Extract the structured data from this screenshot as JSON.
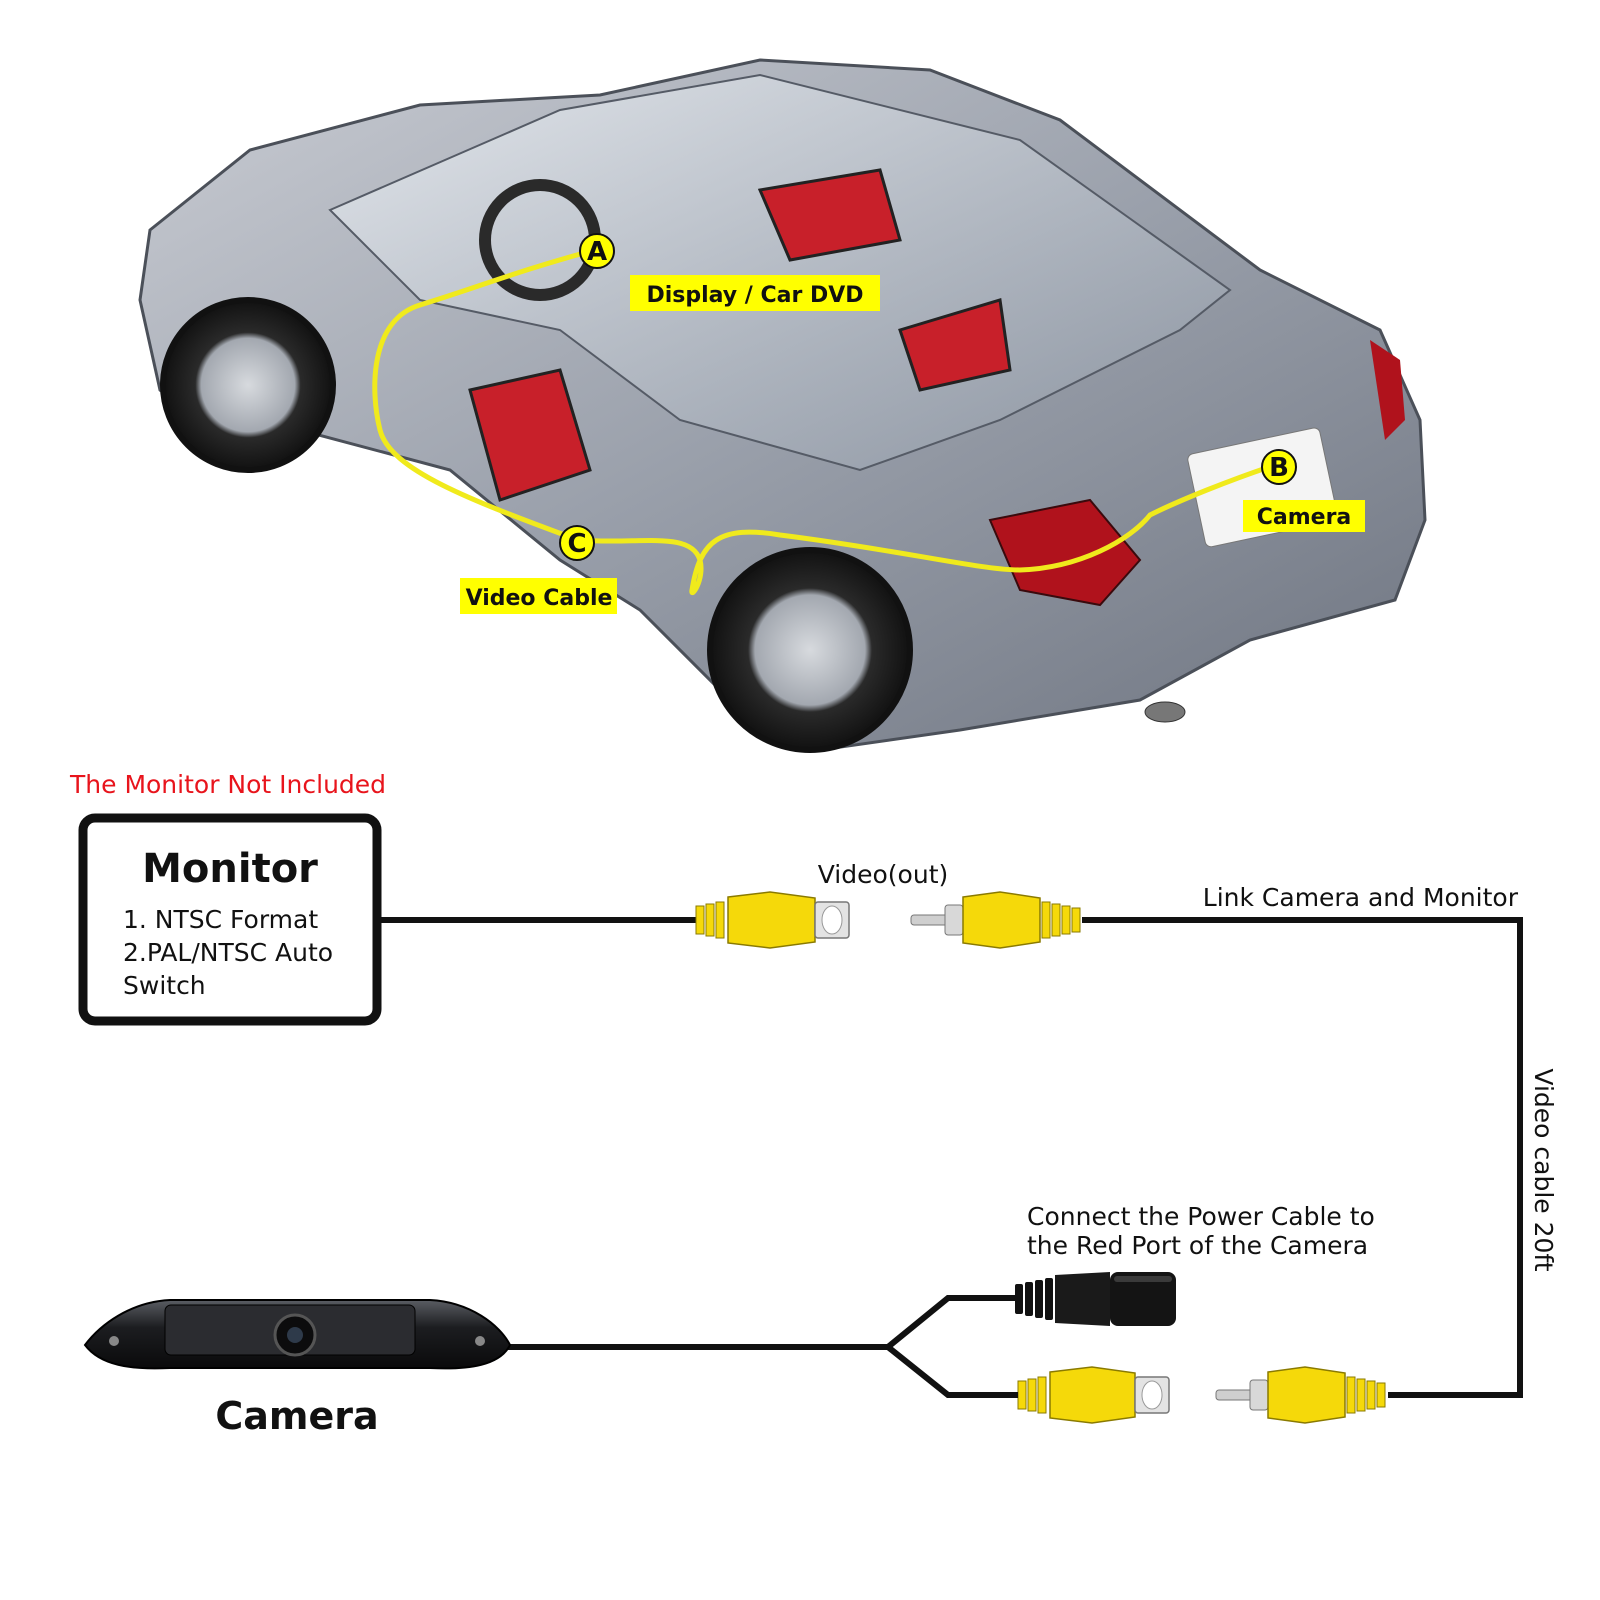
{
  "car_callouts": {
    "a": {
      "letter": "A",
      "label": "Display / Car DVD"
    },
    "b": {
      "letter": "B",
      "label": "Camera"
    },
    "c": {
      "letter": "C",
      "label": "Video Cable"
    }
  },
  "colors": {
    "highlight_yellow": "#ffff00",
    "rca_yellow": "#f5d90a",
    "note_red": "#e8141c",
    "cable_black": "#111111"
  },
  "monitor_note": "The Monitor Not Included",
  "monitor_box": {
    "title": "Monitor",
    "line1": "1. NTSC Format",
    "line2": "2.PAL/NTSC Auto",
    "line3": "Switch"
  },
  "labels": {
    "video_out": "Video(out)",
    "link": "Link Camera and Monitor",
    "video_cable": "Video cable 20ft",
    "power_line1": "Connect the Power Cable to",
    "power_line2": "the Red Port of the Camera",
    "camera": "Camera"
  }
}
